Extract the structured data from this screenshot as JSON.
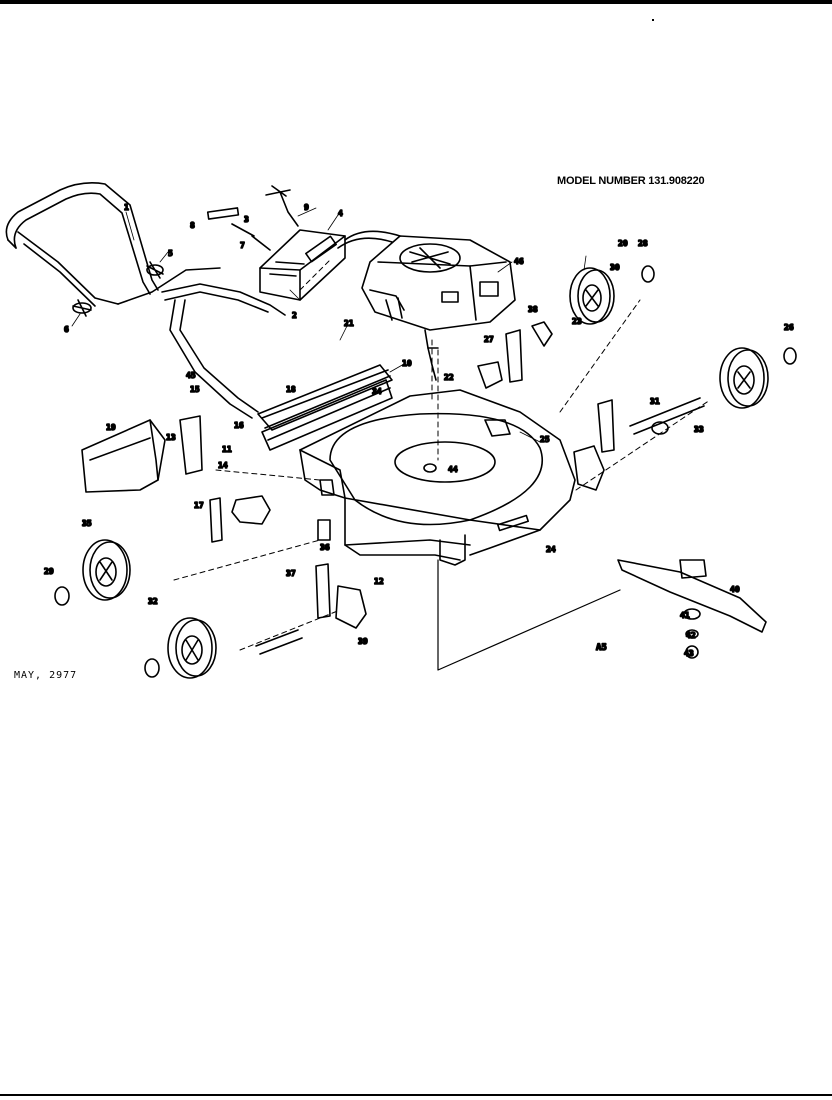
{
  "model_number_label": "MODEL NUMBER 131.908220",
  "date_label": "MAY, 2977",
  "section_label": "A5",
  "callouts": [
    "1",
    "2",
    "3",
    "4",
    "5",
    "6",
    "7",
    "8",
    "9",
    "10",
    "11",
    "12",
    "13",
    "14",
    "15",
    "16",
    "17",
    "18",
    "19",
    "20",
    "21",
    "22",
    "23",
    "24",
    "25",
    "26",
    "27",
    "28",
    "29",
    "30",
    "31",
    "32",
    "33",
    "34",
    "35",
    "36",
    "37",
    "38",
    "39",
    "40",
    "41",
    "42",
    "43",
    "44",
    "45",
    "46"
  ]
}
